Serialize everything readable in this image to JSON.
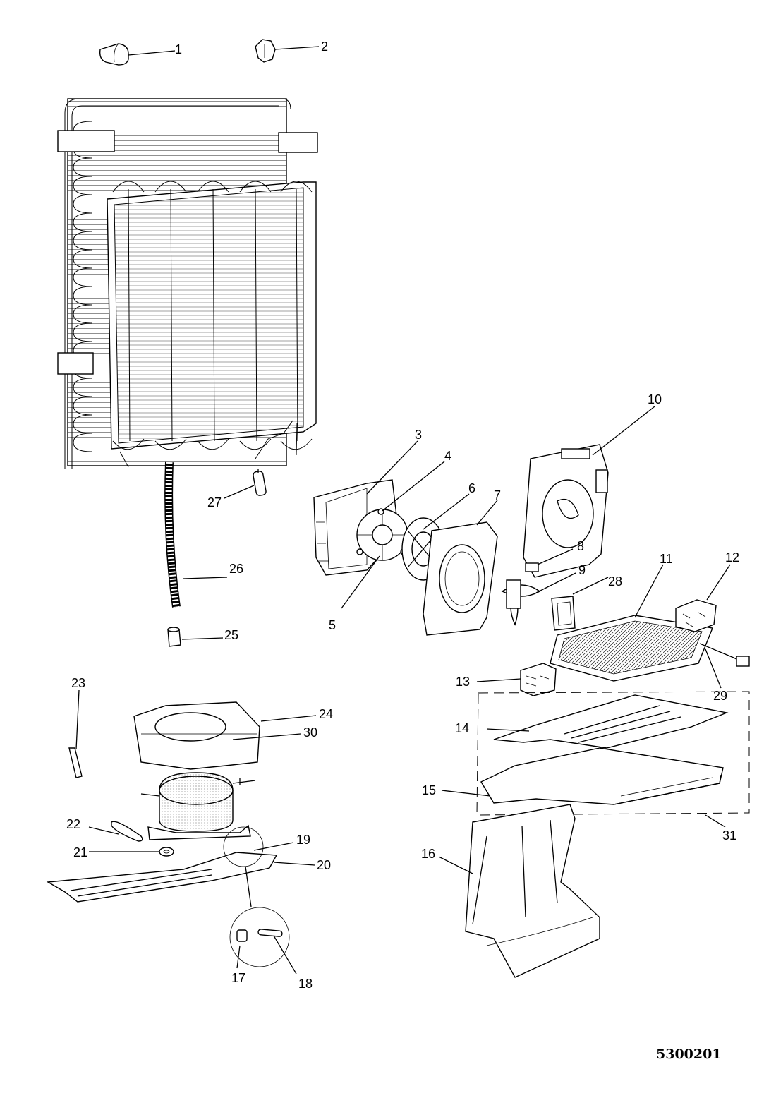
{
  "callouts": [
    "1",
    "2",
    "3",
    "4",
    "5",
    "6",
    "7",
    "8",
    "9",
    "10",
    "11",
    "12",
    "13",
    "14",
    "15",
    "16",
    "17",
    "18",
    "19",
    "20",
    "21",
    "22",
    "23",
    "24",
    "25",
    "26",
    "27",
    "28",
    "29",
    "30",
    "31"
  ],
  "document_number": "5300201"
}
